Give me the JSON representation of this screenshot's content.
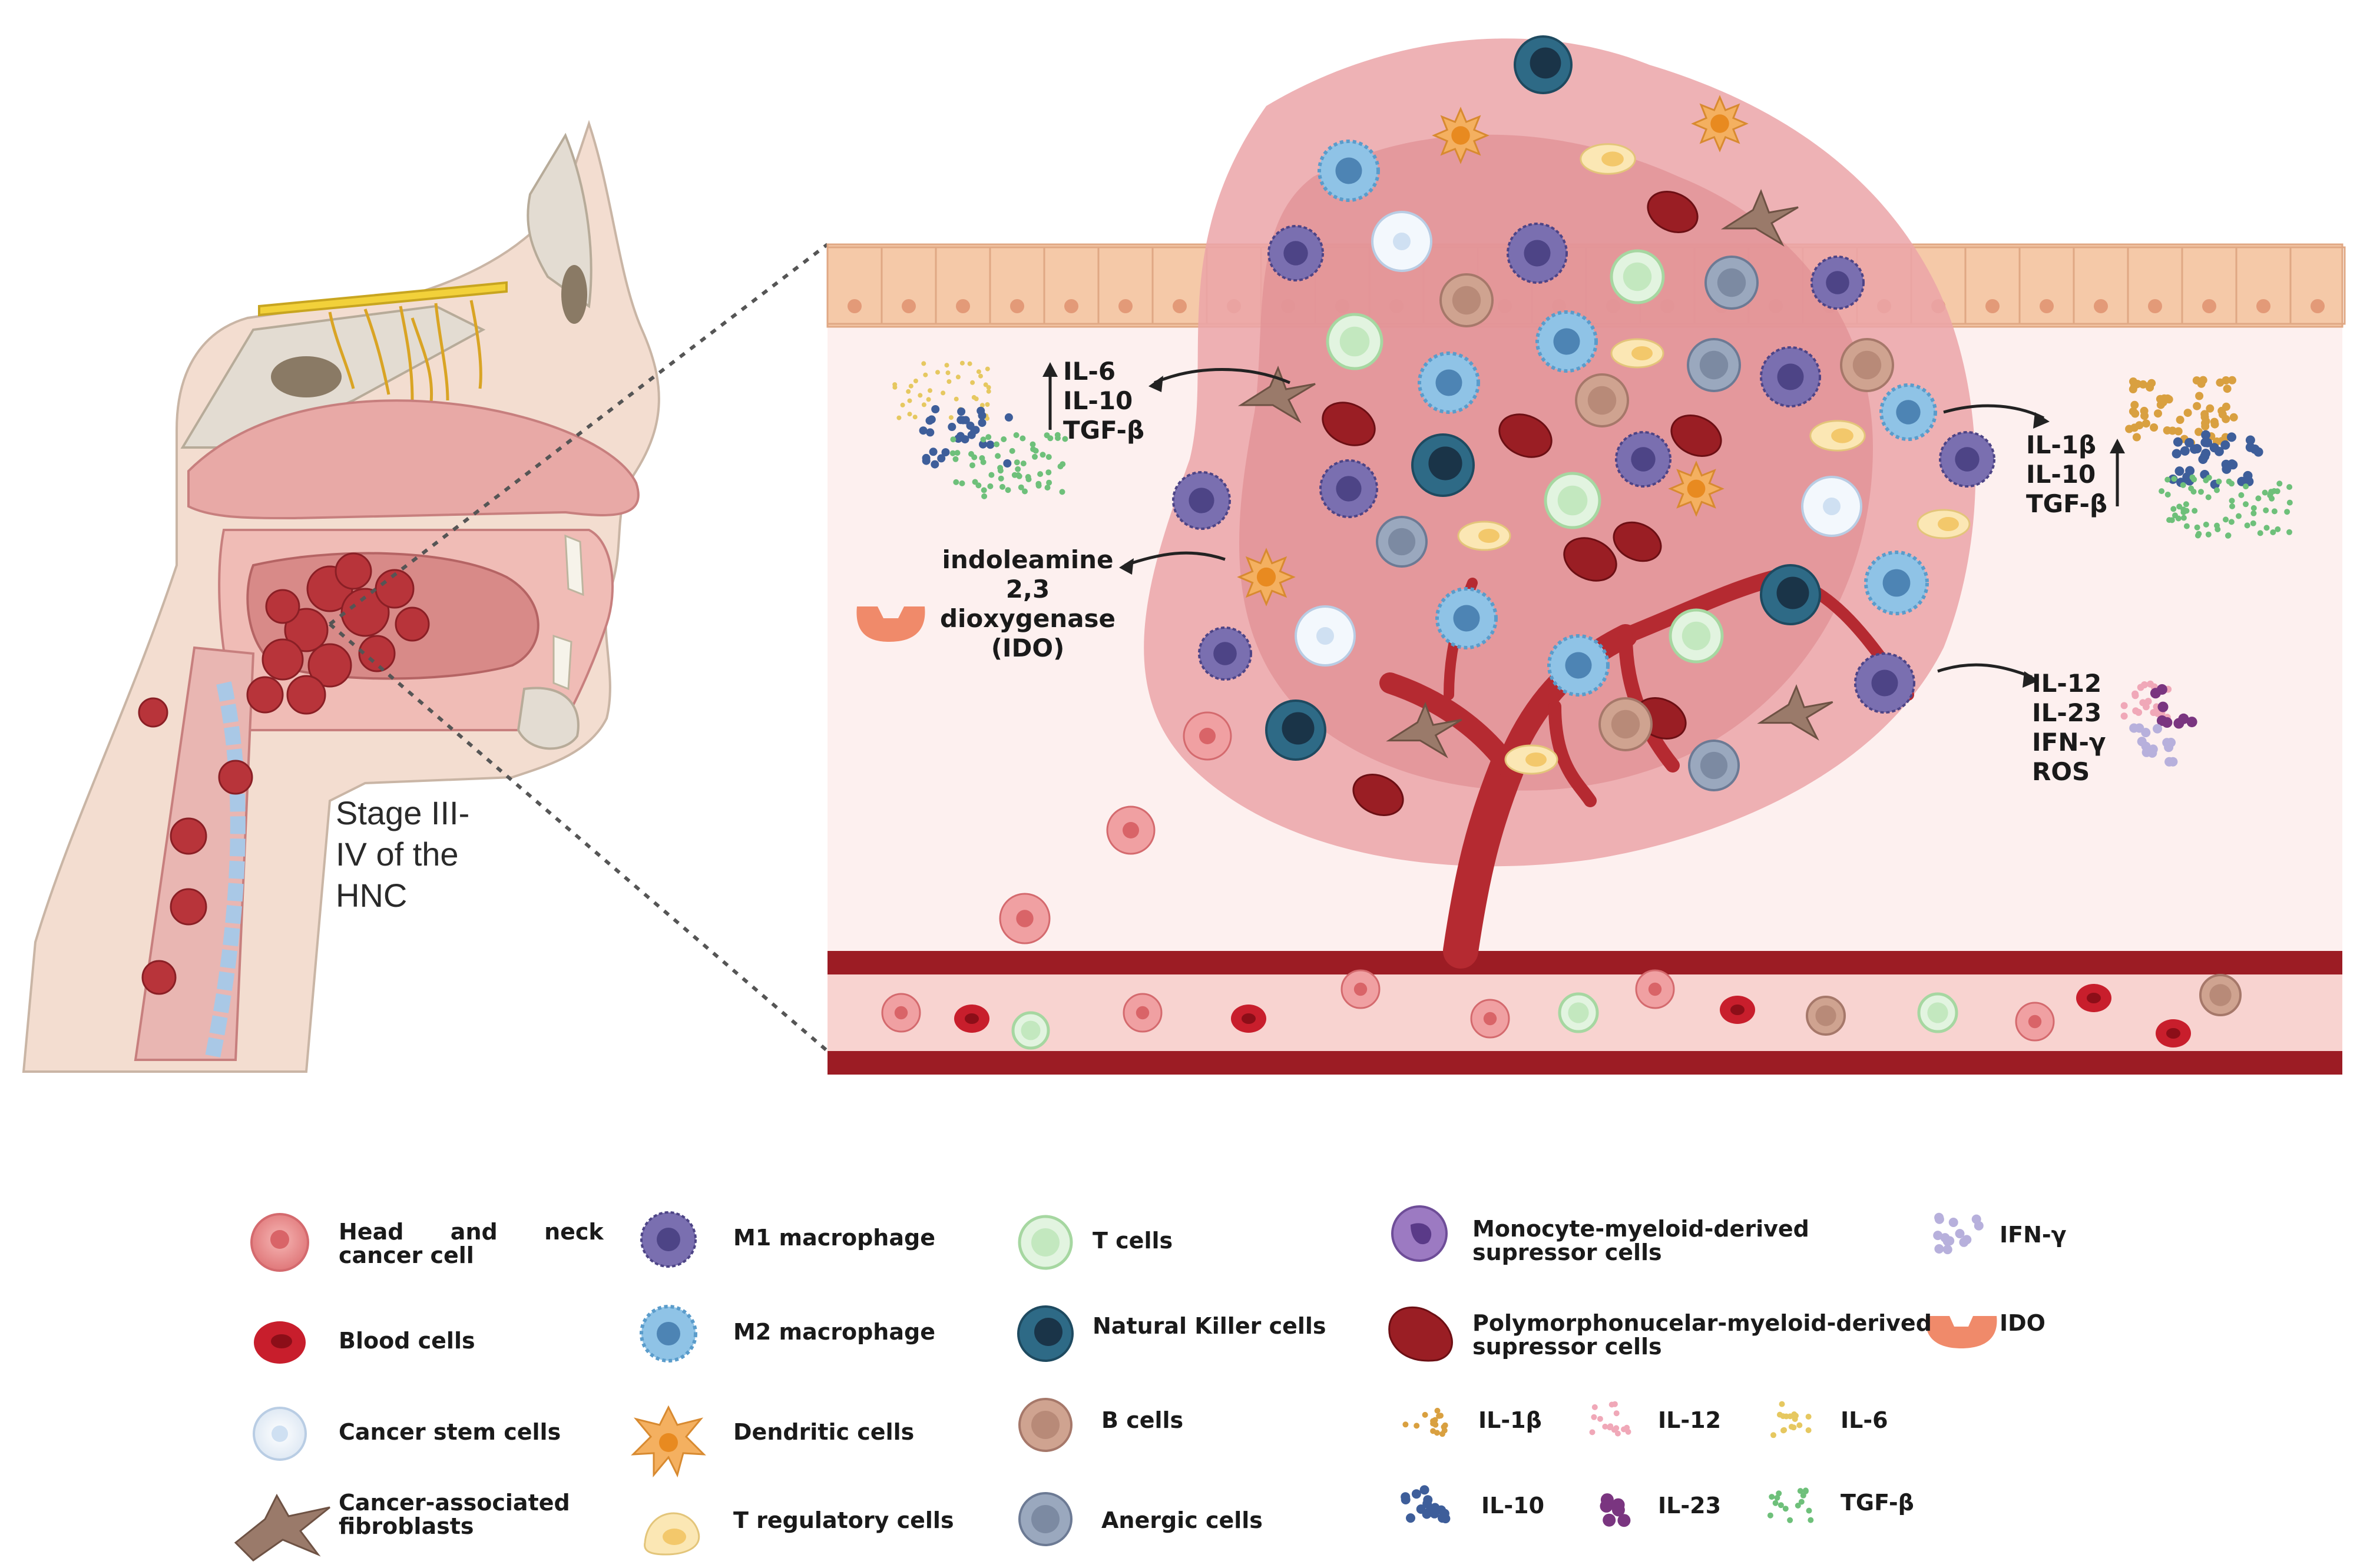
{
  "stage_label": [
    "Stage III-",
    "IV of the",
    "HNC"
  ],
  "annotations": {
    "upper_left": [
      "IL-6",
      "IL-10",
      "TGF-β"
    ],
    "ido_label": [
      "indoleamine",
      "2,3",
      "dioxygenase",
      "(IDO)"
    ],
    "upper_right": [
      "IL-1β",
      "IL-10",
      "TGF-β"
    ],
    "lower_right": [
      "IL-12",
      "IL-23",
      "IFN-γ",
      "ROS"
    ]
  },
  "legend": {
    "col1": [
      {
        "label": [
          "Head      and      neck",
          "cancer cell"
        ],
        "icon": "hnc-cell-icon"
      },
      {
        "label": [
          "Blood cells"
        ],
        "icon": "blood-cell-icon"
      },
      {
        "label": [
          "Cancer stem cells"
        ],
        "icon": "stem-cell-icon"
      },
      {
        "label": [
          "Cancer-associated",
          "fibroblasts"
        ],
        "icon": "fibroblast-icon"
      }
    ],
    "col2": [
      {
        "label": [
          "M1 macrophage"
        ],
        "icon": "m1-macrophage-icon"
      },
      {
        "label": [
          "M2 macrophage"
        ],
        "icon": "m2-macrophage-icon"
      },
      {
        "label": [
          "Dendritic cells"
        ],
        "icon": "dendritic-cell-icon"
      },
      {
        "label": [
          "T regulatory cells"
        ],
        "icon": "treg-cell-icon"
      }
    ],
    "col3": [
      {
        "label": [
          "T cells"
        ],
        "icon": "t-cell-icon"
      },
      {
        "label": [
          "Natural Killer cells"
        ],
        "icon": "nk-cell-icon"
      },
      {
        "label": [
          "B cells"
        ],
        "icon": "b-cell-icon"
      },
      {
        "label": [
          "Anergic cells"
        ],
        "icon": "anergic-cell-icon"
      }
    ],
    "col4": [
      {
        "label": [
          "Monocyte-myeloid-derived",
          "supressor cells"
        ],
        "icon": "mmdsc-icon"
      },
      {
        "label": [
          "Polymorphonucelar-myeloid-derived",
          "supressor cells"
        ],
        "icon": "pmn-mdsc-icon"
      }
    ],
    "cytokines": [
      {
        "label": "IL-1β",
        "icon": "il1b-icon",
        "color": "#d9a040"
      },
      {
        "label": "IL-12",
        "icon": "il12-icon",
        "color": "#f0a8b8"
      },
      {
        "label": "IL-6",
        "icon": "il6-icon",
        "color": "#e6c860"
      },
      {
        "label": "IL-10",
        "icon": "il10-icon",
        "color": "#3e5e9a"
      },
      {
        "label": "IL-23",
        "icon": "il23-icon",
        "color": "#7a3580"
      },
      {
        "label": "TGF-β",
        "icon": "tgfb-icon",
        "color": "#6ec07a"
      }
    ],
    "right": [
      {
        "label": "IFN-γ",
        "icon": "ifng-icon"
      },
      {
        "label": "IDO",
        "icon": "ido-icon"
      }
    ]
  },
  "colors": {
    "tumor": "#e8a0a4",
    "blood_vessel": "#9c1c24",
    "tissue_bg": "#fdf0ef",
    "epithelium": "#f5c9a8"
  }
}
